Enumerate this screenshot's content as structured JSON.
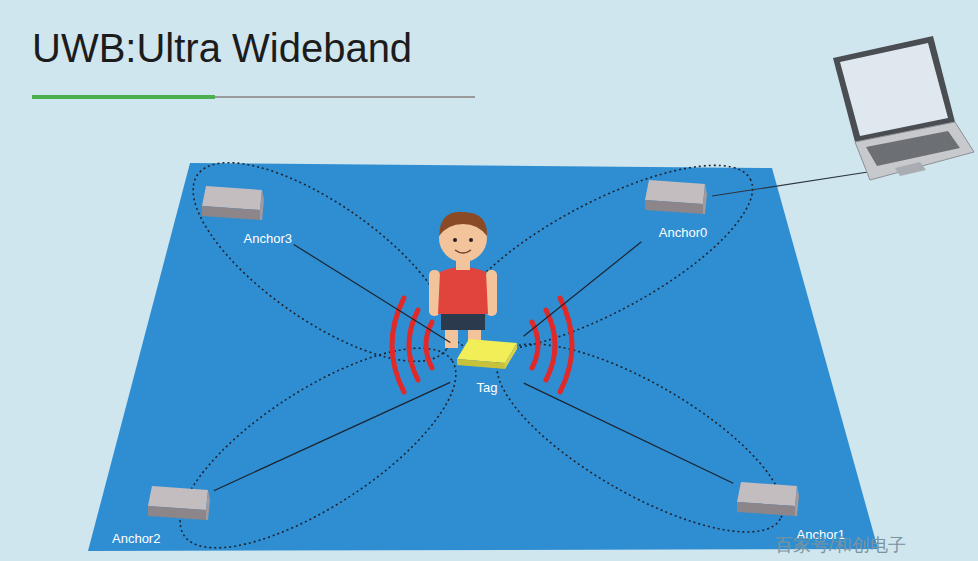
{
  "diagram": {
    "title": "UWB:Ultra Wideband",
    "nodes": [
      {
        "text": [
          "Anchor3"
        ]
      },
      {
        "text": [
          "Anchor0"
        ]
      },
      {
        "text": [
          "Tag"
        ]
      },
      {
        "text": [
          "Anchor2"
        ]
      },
      {
        "text": [
          "Anchor1"
        ]
      }
    ],
    "edges": [
      {
        "from": 2,
        "to": 0,
        "arrow": "none"
      },
      {
        "from": 2,
        "to": 1,
        "arrow": "none"
      },
      {
        "from": 2,
        "to": 3,
        "arrow": "none"
      },
      {
        "from": 2,
        "to": 4,
        "arrow": "none"
      }
    ],
    "labels": [
      "百家号/和创电子"
    ]
  }
}
